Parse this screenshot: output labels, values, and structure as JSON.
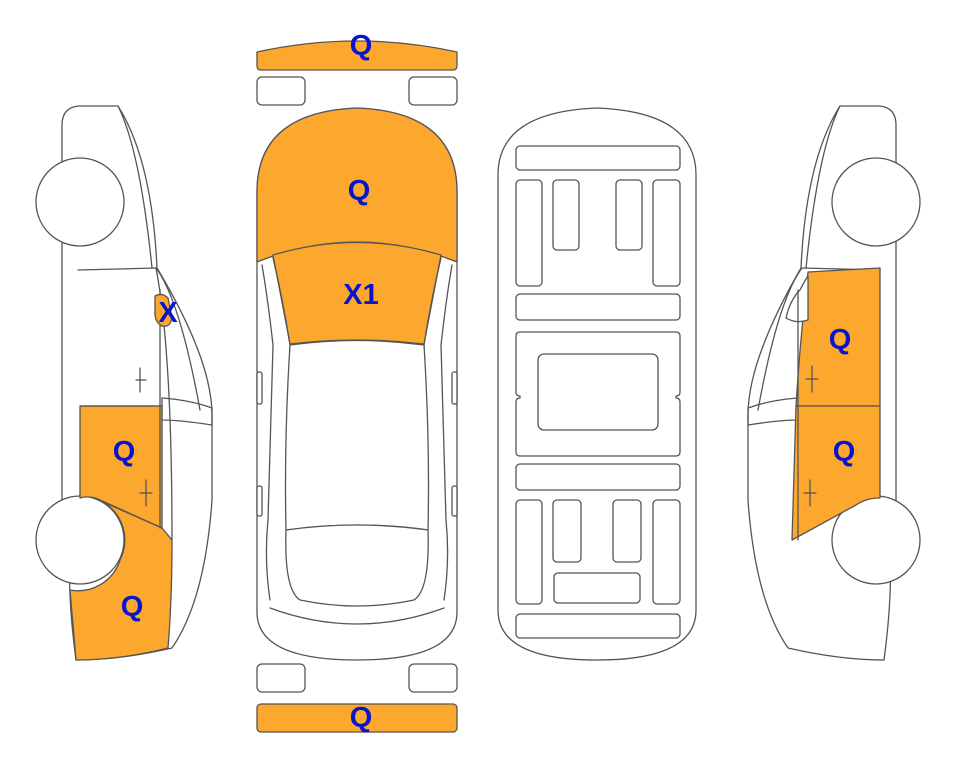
{
  "colors": {
    "damage_fill": "#FCA82E",
    "label_color": "#0A14CC",
    "outline": "#555555"
  },
  "labels": {
    "front_bumper": "Q",
    "hood": "Q",
    "windshield": "X1",
    "rear_bumper": "Q",
    "left_mirror": "X",
    "left_rear_door": "Q",
    "left_rear_quarter": "Q",
    "right_front_door": "Q",
    "right_rear_door": "Q"
  }
}
